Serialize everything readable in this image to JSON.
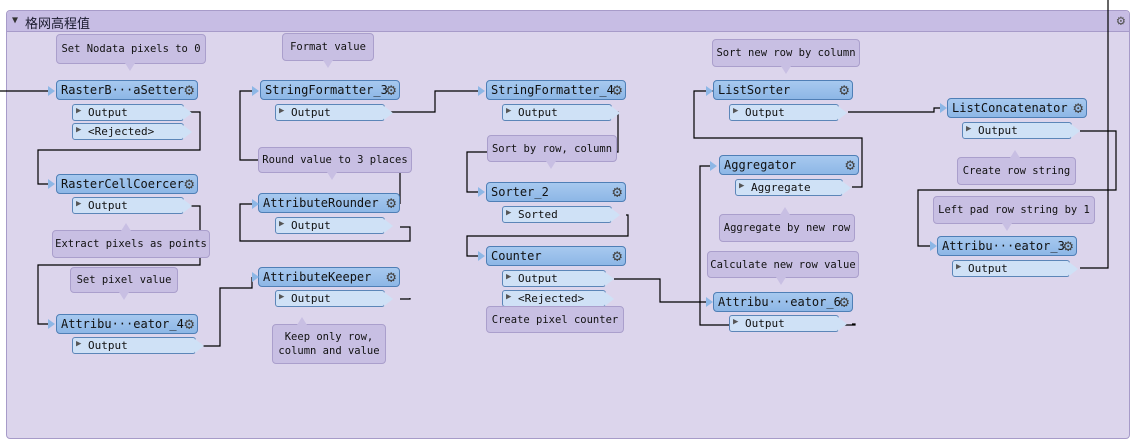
{
  "bookmark": {
    "title": "格网高程值",
    "toggle_icon": "triangle-down-icon",
    "gear_icon": "gear-icon"
  },
  "nodes": [
    {
      "id": "rasterbandsetter",
      "name": "RasterB···aSetter",
      "ports": [
        "Output",
        "<Rejected>"
      ]
    },
    {
      "id": "rastercellcoercer",
      "name": "RasterCellCoercer",
      "ports": [
        "Output"
      ]
    },
    {
      "id": "attributecreator4",
      "name": "Attribu···eator_4",
      "ports": [
        "Output"
      ]
    },
    {
      "id": "stringformatter3",
      "name": "StringFormatter_3",
      "ports": [
        "Output"
      ]
    },
    {
      "id": "attributerounder",
      "name": "AttributeRounder",
      "ports": [
        "Output"
      ]
    },
    {
      "id": "attributekeeper",
      "name": "AttributeKeeper",
      "ports": [
        "Output"
      ]
    },
    {
      "id": "stringformatter4",
      "name": "StringFormatter_4",
      "ports": [
        "Output"
      ]
    },
    {
      "id": "sorter2",
      "name": "Sorter_2",
      "ports": [
        "Sorted"
      ]
    },
    {
      "id": "counter",
      "name": "Counter",
      "ports": [
        "Output",
        "<Rejected>"
      ]
    },
    {
      "id": "listsorter",
      "name": "ListSorter",
      "ports": [
        "Output"
      ]
    },
    {
      "id": "aggregator",
      "name": "Aggregator",
      "ports": [
        "Aggregate"
      ]
    },
    {
      "id": "attributecreator6",
      "name": "Attribu···eator_6",
      "ports": [
        "Output"
      ]
    },
    {
      "id": "listconcatenator",
      "name": "ListConcatenator",
      "ports": [
        "Output"
      ]
    },
    {
      "id": "attributecreator3",
      "name": "Attribu···eator_3",
      "ports": [
        "Output"
      ]
    }
  ],
  "notes": [
    "Set Nodata pixels to 0",
    "Extract pixels as points",
    "Set pixel value",
    "Format value",
    "Round value to 3 places",
    "Keep only row,\ncolumn and value",
    "Sort by row, column",
    "Create pixel counter",
    "Sort new row by column",
    "Aggregate by new row",
    "Calculate new row value",
    "Create row string",
    "Left pad row string by 1"
  ],
  "colors": {
    "bookmark_bg": "#dcd5ec",
    "node_fill": "#8db7e6",
    "port_fill": "#cfe1f6",
    "note_fill": "#c8bfe3",
    "link": "#000000"
  }
}
